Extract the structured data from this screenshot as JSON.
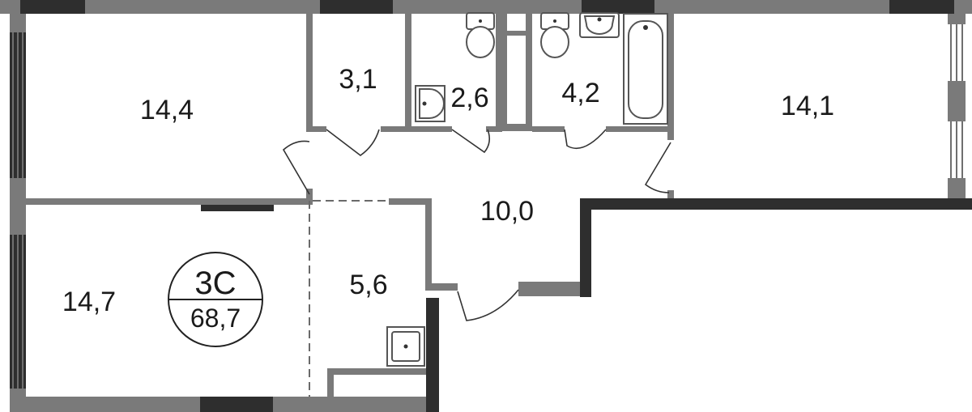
{
  "plan": {
    "apartment_code": "3С",
    "total_area": "68,7",
    "rooms": [
      {
        "id": "room-left-top",
        "area": "14,4"
      },
      {
        "id": "room-pantry",
        "area": "3,1"
      },
      {
        "id": "room-wc",
        "area": "2,6"
      },
      {
        "id": "room-bathroom",
        "area": "4,2"
      },
      {
        "id": "room-right",
        "area": "14,1"
      },
      {
        "id": "room-hall",
        "area": "10,0"
      },
      {
        "id": "room-kitchen",
        "area": "5,6"
      },
      {
        "id": "room-left-bottom",
        "area": "14,7"
      }
    ],
    "colors": {
      "wall": "#7a7a7a",
      "window": "#2e2e2e",
      "background": "#ffffff"
    }
  }
}
